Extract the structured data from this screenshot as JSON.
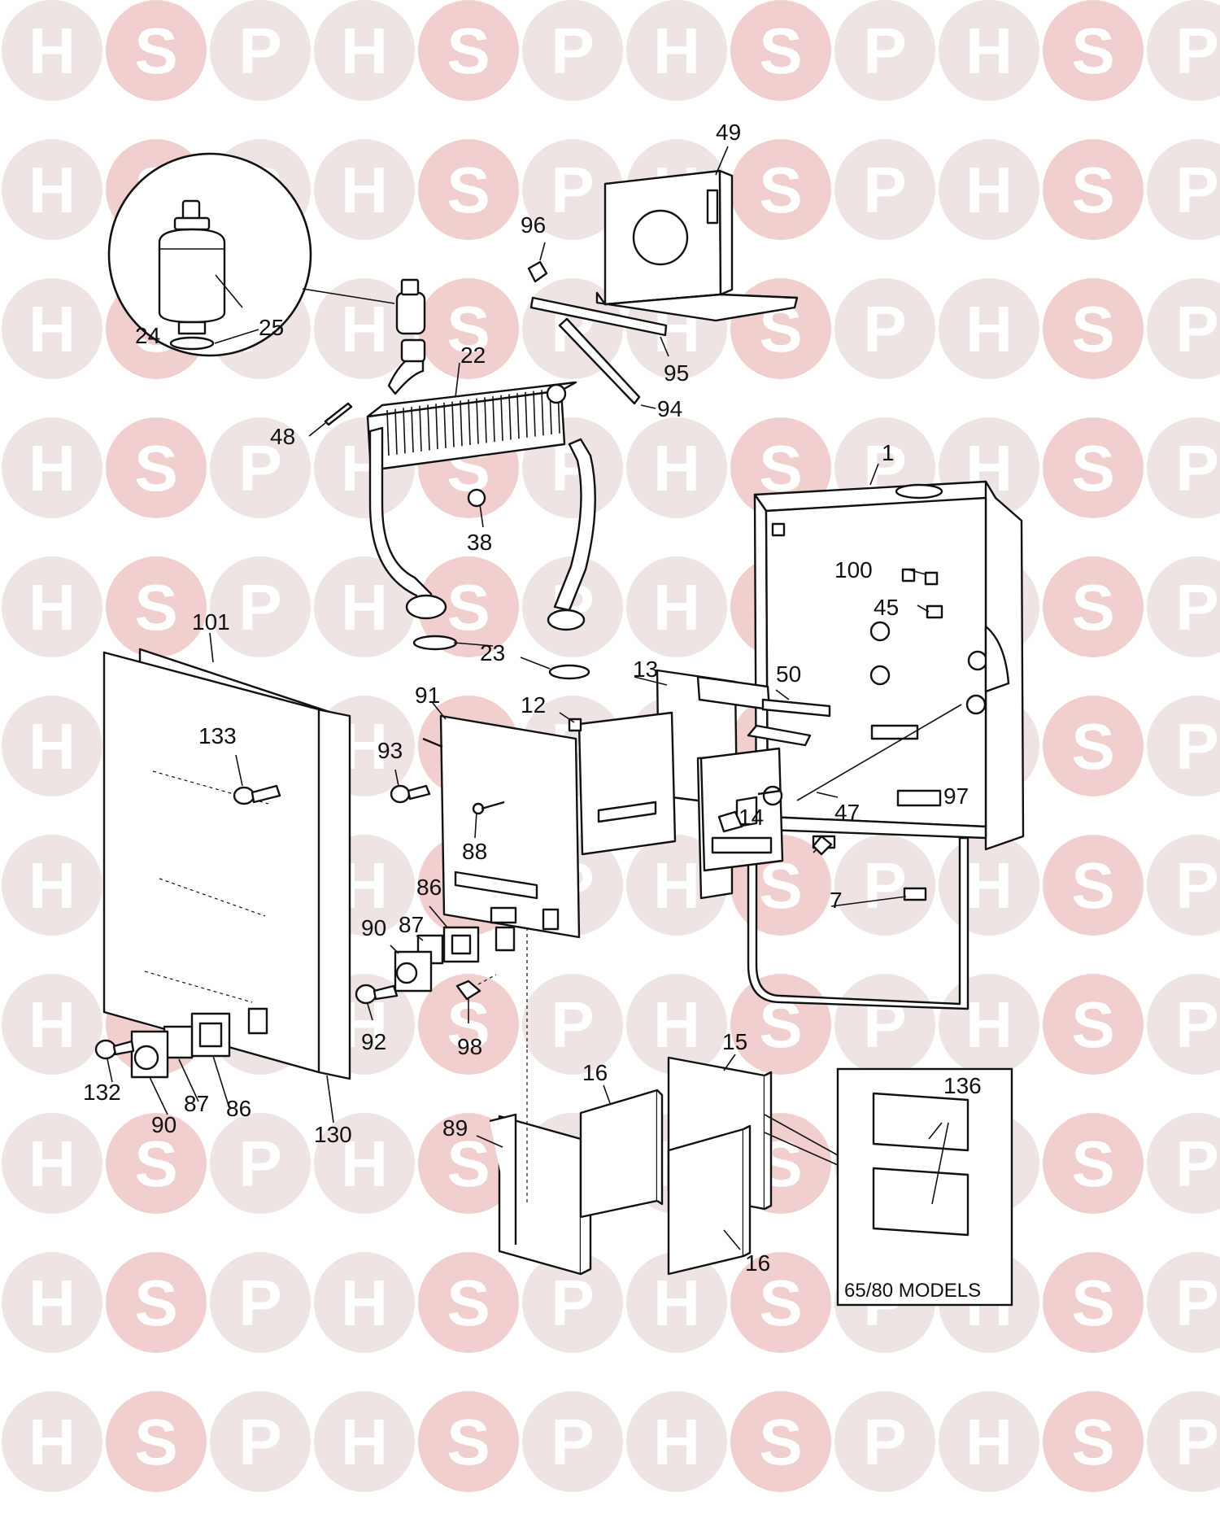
{
  "watermark": {
    "letters": [
      "H",
      "S",
      "P"
    ],
    "colors": {
      "H": "#efe4e4",
      "S": "#f1cfcf",
      "P": "#efe4e4"
    }
  },
  "callouts": {
    "c1": "1",
    "c7": "7",
    "c12": "12",
    "c13": "13",
    "c14": "14",
    "c15": "15",
    "c16a": "16",
    "c16b": "16",
    "c22": "22",
    "c23": "23",
    "c24": "24",
    "c25": "25",
    "c38": "38",
    "c45": "45",
    "c47": "47",
    "c48": "48",
    "c49": "49",
    "c50": "50",
    "c86a": "86",
    "c86b": "86",
    "c87a": "87",
    "c87b": "87",
    "c88": "88",
    "c89": "89",
    "c90a": "90",
    "c90b": "90",
    "c91": "91",
    "c92": "92",
    "c93": "93",
    "c94": "94",
    "c95": "95",
    "c96": "96",
    "c97": "97",
    "c98": "98",
    "c100": "100",
    "c101": "101",
    "c130": "130",
    "c132": "132",
    "c133": "133",
    "c136": "136"
  },
  "inset": {
    "label": "65/80 MODELS"
  }
}
